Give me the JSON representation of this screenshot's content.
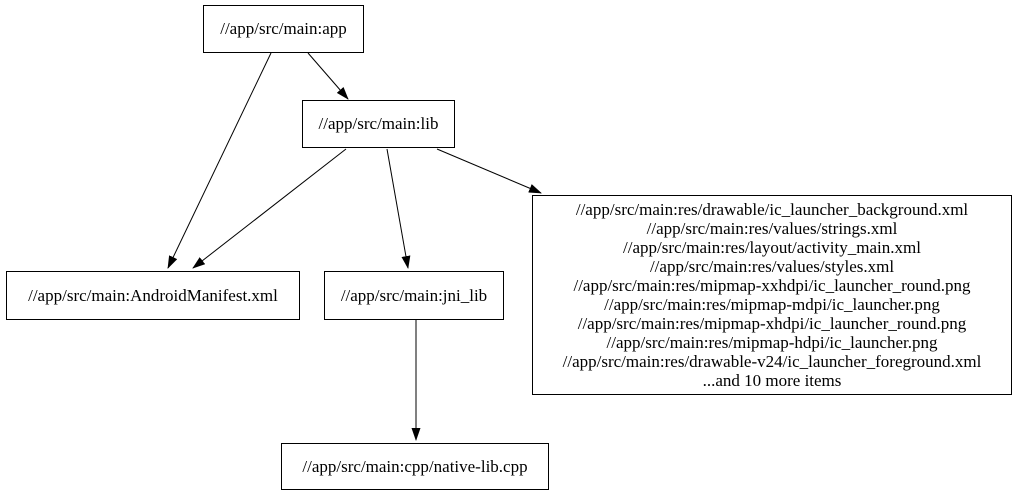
{
  "diagram": {
    "kind": "build-dependency-graph",
    "colors": {
      "background": "#ffffff",
      "node_border": "#000000",
      "node_fill": "#ffffff",
      "edge": "#000000",
      "text": "#000000"
    },
    "nodes": {
      "app": {
        "label": "//app/src/main:app"
      },
      "lib": {
        "label": "//app/src/main:lib"
      },
      "manifest": {
        "label": "//app/src/main:AndroidManifest.xml"
      },
      "jni_lib": {
        "label": "//app/src/main:jni_lib"
      },
      "resources": {
        "lines": [
          "//app/src/main:res/drawable/ic_launcher_background.xml",
          "//app/src/main:res/values/strings.xml",
          "//app/src/main:res/layout/activity_main.xml",
          "//app/src/main:res/values/styles.xml",
          "//app/src/main:res/mipmap-xxhdpi/ic_launcher_round.png",
          "//app/src/main:res/mipmap-mdpi/ic_launcher.png",
          "//app/src/main:res/mipmap-xhdpi/ic_launcher_round.png",
          "//app/src/main:res/mipmap-hdpi/ic_launcher.png",
          "//app/src/main:res/drawable-v24/ic_launcher_foreground.xml",
          "...and 10 more items"
        ]
      },
      "native_lib": {
        "label": "//app/src/main:cpp/native-lib.cpp"
      }
    },
    "edges": [
      {
        "from": "app",
        "to": "lib"
      },
      {
        "from": "app",
        "to": "manifest"
      },
      {
        "from": "lib",
        "to": "manifest"
      },
      {
        "from": "lib",
        "to": "jni_lib"
      },
      {
        "from": "lib",
        "to": "resources"
      },
      {
        "from": "jni_lib",
        "to": "native_lib"
      }
    ]
  }
}
